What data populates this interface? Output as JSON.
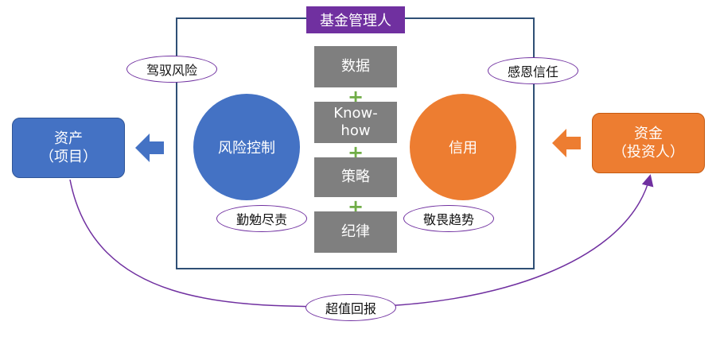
{
  "title": "基金管理人",
  "pillars": [
    "数据",
    "Know-\nhow",
    "策略",
    "纪律"
  ],
  "plus_sign": "+",
  "left_circle": "风险控制",
  "right_circle": "信用",
  "ovals": {
    "top_left": "驾驭风险",
    "top_right": "感恩信任",
    "mid_left": "勤勉尽责",
    "mid_right": "敬畏趋势",
    "bottom": "超值回报"
  },
  "asset_box": {
    "line1": "资产",
    "line2": "（项目）"
  },
  "fund_box": {
    "line1": "资金",
    "line2": "（投资人）"
  },
  "colors": {
    "blue": "#4472c4",
    "orange": "#ed7d31",
    "purple": "#7030a0",
    "grey": "#7f7f7f",
    "green": "#70ad47",
    "frame": "#2f4f75"
  }
}
